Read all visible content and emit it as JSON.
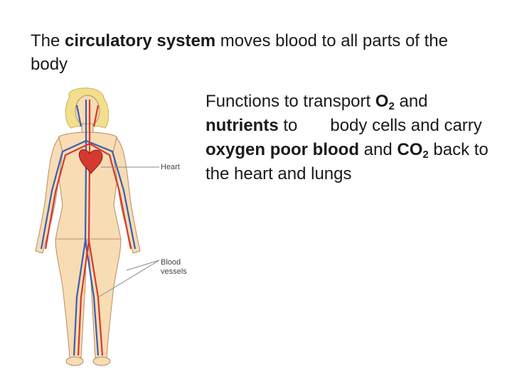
{
  "heading": {
    "part1": "The ",
    "bold": "circulatory system",
    "part2": " moves blood to all parts of the body"
  },
  "body": {
    "t1": "Functions to transport ",
    "o2_bold": "O",
    "o2_sub": "2",
    "t2": " and ",
    "nutrients_bold": "nutrients",
    "t3": " to",
    "t4": "body cells and carry ",
    "oxygen_bold": "oxygen poor blood",
    "t5": " and ",
    "co2_bold": "CO",
    "co2_sub": "2",
    "t6": " back to the heart and lungs"
  },
  "figure": {
    "label_heart": "Heart",
    "label_vessels_1": "Blood",
    "label_vessels_2": "vessels",
    "colors": {
      "skin": "#f7dcb4",
      "artery": "#d43a2e",
      "vein": "#3a5fb0",
      "hair": "#f1df8e"
    }
  }
}
